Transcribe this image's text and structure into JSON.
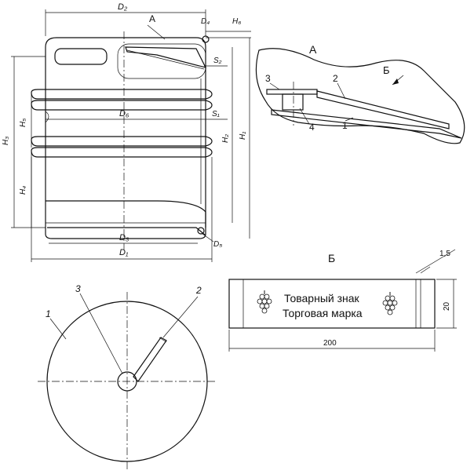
{
  "keg_dimensions": {
    "D2": "D₂",
    "D4": "D₄",
    "H6": "H₆",
    "S2": "S₂",
    "D6": "D₆",
    "S1": "S₁",
    "H5": "H₅",
    "H3": "H₃",
    "H4": "H₄",
    "H2": "H₂",
    "H1": "H₁",
    "D3": "D₃",
    "D1": "D₁",
    "D5": "D₅",
    "detail_marker": "A"
  },
  "detail_A": {
    "title": "A",
    "arrow_label": "Б",
    "callouts": [
      "3",
      "2",
      "4",
      "1"
    ]
  },
  "plate_B": {
    "title": "Б",
    "line1": "Товарный знак",
    "line2": "Торговая марка",
    "width_dim": "200",
    "height_dim": "20",
    "thickness_dim": "1,5"
  },
  "top_view": {
    "callouts": [
      "1",
      "3",
      "2"
    ]
  }
}
